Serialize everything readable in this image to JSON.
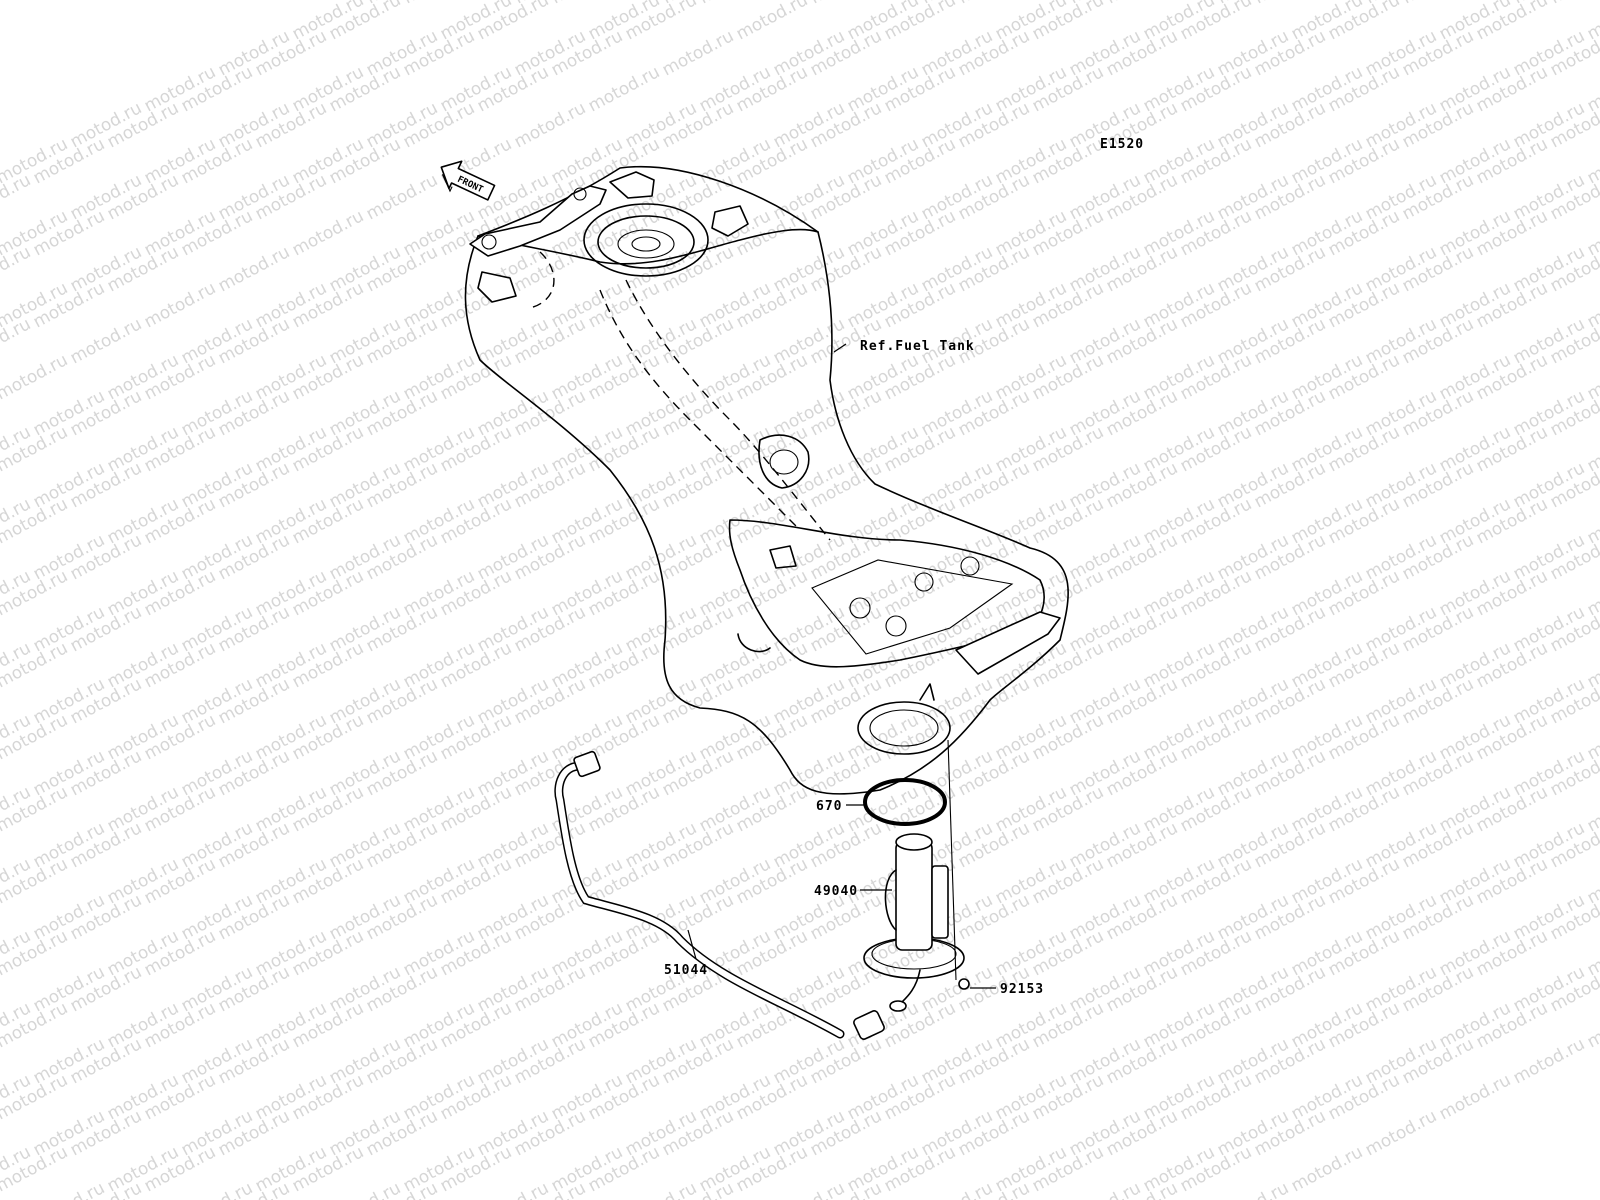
{
  "diagram_code": "E1520",
  "front_arrow": {
    "label": "FRONT",
    "icon": "front-arrow-icon"
  },
  "reference_label": "Ref.Fuel Tank",
  "parts": [
    {
      "number": "670",
      "part": "o-ring"
    },
    {
      "number": "49040",
      "part": "fuel-pump"
    },
    {
      "number": "51044",
      "part": "fuel-hose"
    },
    {
      "number": "92153",
      "part": "bolt"
    }
  ],
  "watermark": "motod.ru",
  "colors": {
    "line": "#000000",
    "background": "#ffffff",
    "watermark": "#d6d6d6"
  }
}
